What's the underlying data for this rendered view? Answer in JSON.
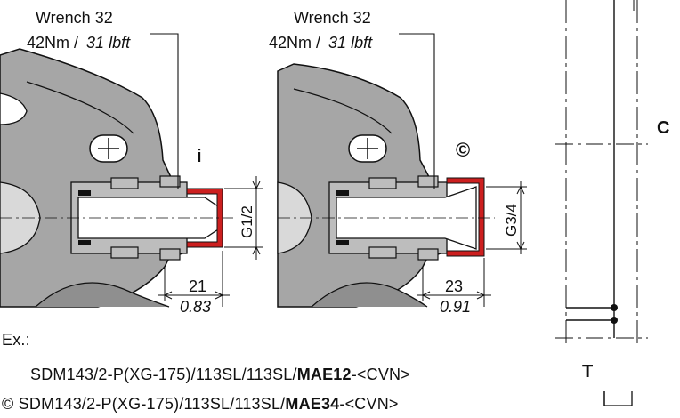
{
  "left_fitting": {
    "wrench_label": "Wrench 32",
    "torque_nm": "42Nm /",
    "torque_lbft": "31 lbft",
    "marker": "i",
    "thread": "G1/2",
    "dim_mm": "21",
    "dim_in": "0.83"
  },
  "right_fitting": {
    "wrench_label": "Wrench 32",
    "torque_nm": "42Nm /",
    "torque_lbft": "31 lbft",
    "marker": "©",
    "thread": "G3/4",
    "dim_mm": "23",
    "dim_in": "0.91"
  },
  "schematic": {
    "port_c": "C",
    "port_t": "T"
  },
  "example": {
    "label": "Ex.:",
    "line1_prefix": "SDM143/2-P(XG-175)/113SL/113SL/",
    "line1_code": "MAE12",
    "line1_suffix": "-<CVN>",
    "line2_marker": "©",
    "line2_prefix": "SDM143/2-P(XG-175)/113SL/113SL/",
    "line2_code": "MAE34",
    "line2_suffix": "-<CVN>"
  },
  "colors": {
    "body_fill": "#a6a6a6",
    "cap_red": "#cc1f1f",
    "line": "#111111"
  }
}
